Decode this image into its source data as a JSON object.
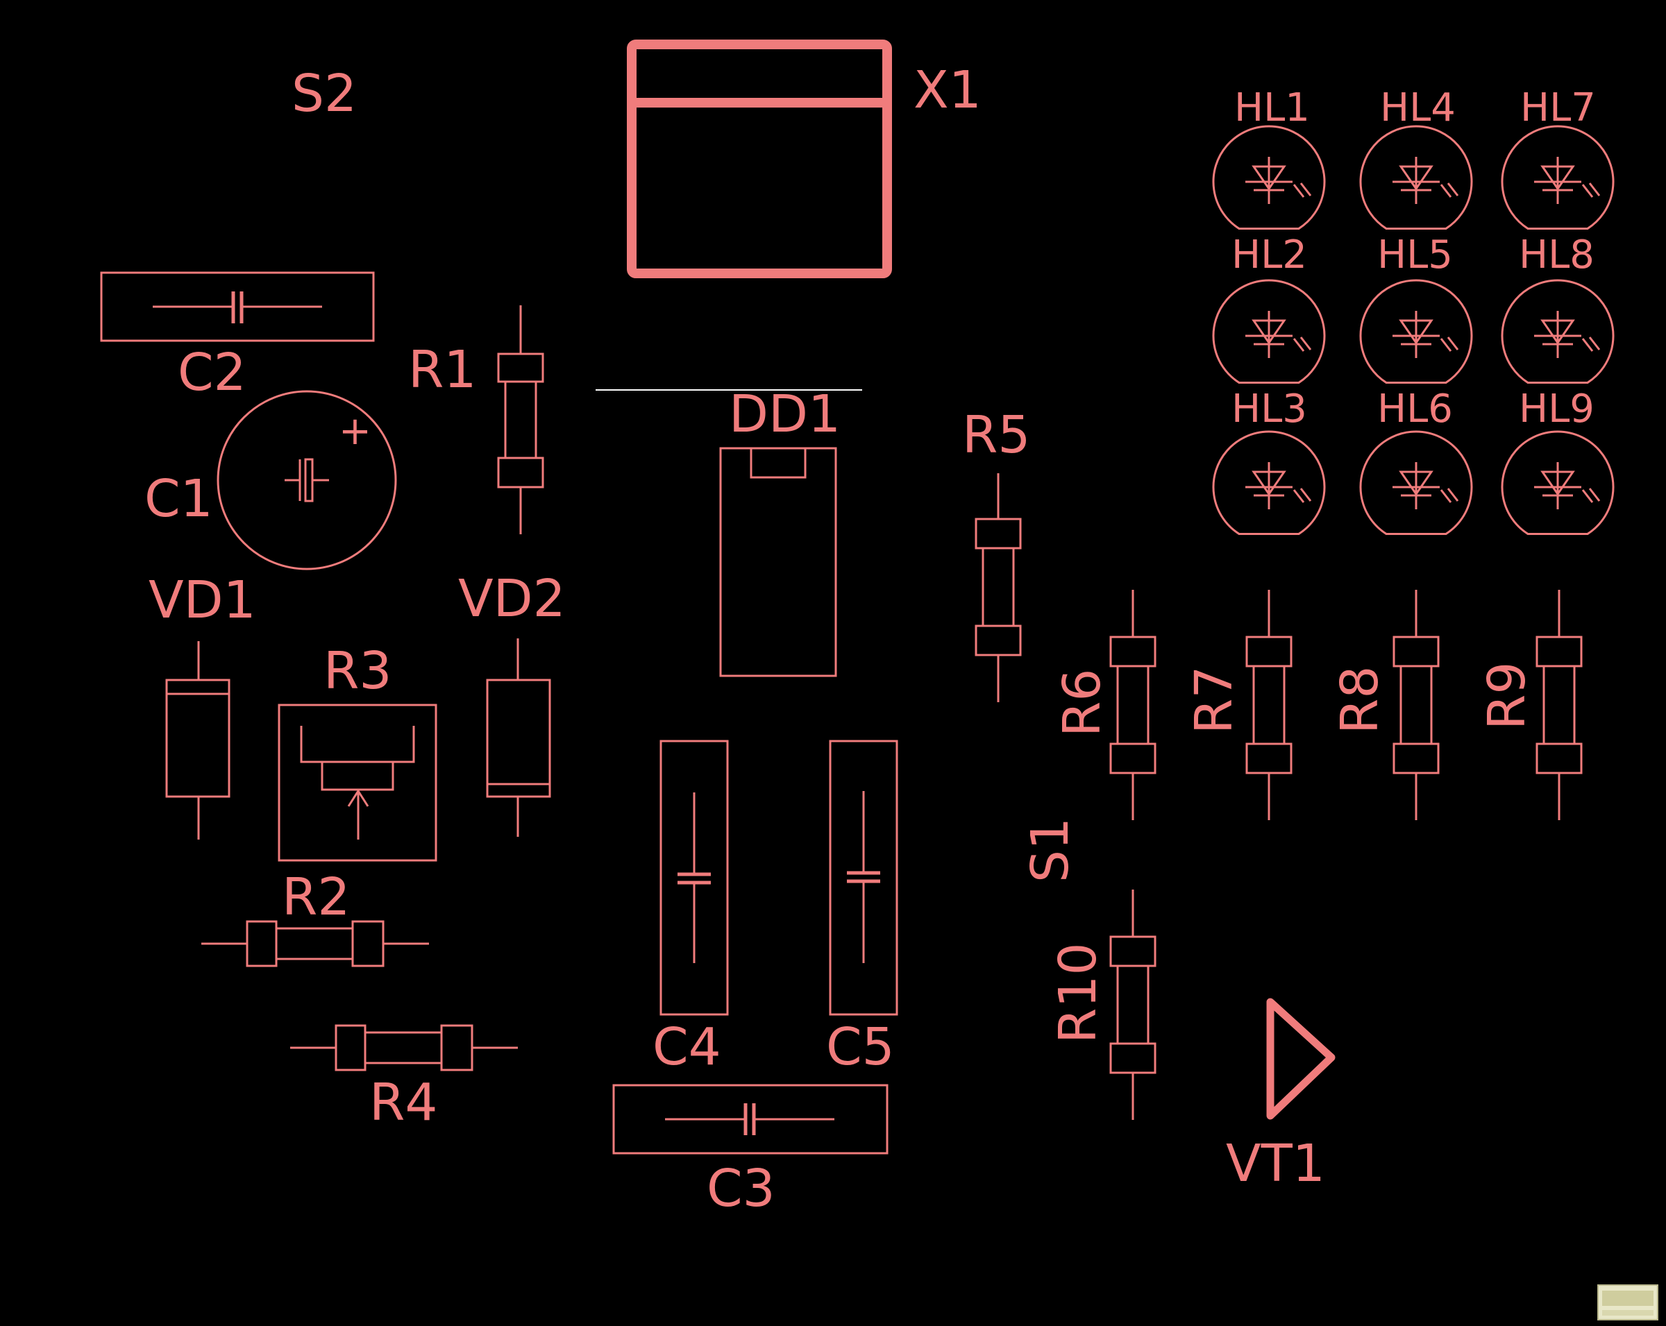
{
  "labels": {
    "S2": "S2",
    "X1": "X1",
    "C2": "C2",
    "R1": "R1",
    "DD1": "DD1",
    "C1": "C1",
    "C1_plus": "+",
    "R5": "R5",
    "VD1": "VD1",
    "VD2": "VD2",
    "R3": "R3",
    "R2": "R2",
    "R4": "R4",
    "C4": "C4",
    "C5": "C5",
    "C3": "C3",
    "R6": "R6",
    "R7": "R7",
    "R8": "R8",
    "R9": "R9",
    "R10": "R10",
    "S1": "S1",
    "VT1": "VT1",
    "HL1": "HL1",
    "HL2": "HL2",
    "HL3": "HL3",
    "HL4": "HL4",
    "HL5": "HL5",
    "HL6": "HL6",
    "HL7": "HL7",
    "HL8": "HL8",
    "HL9": "HL9"
  },
  "colors": {
    "background": "#000000",
    "silkscreen": "#f07c7c",
    "trace": "#ffffff"
  }
}
